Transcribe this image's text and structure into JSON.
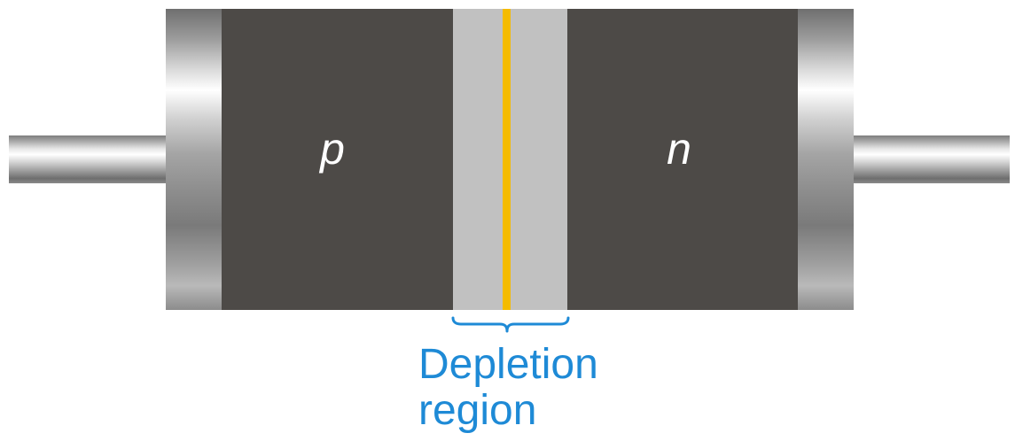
{
  "diagram": {
    "p_label": "p",
    "n_label": "n",
    "caption": {
      "line1": "Depletion",
      "line2": "region"
    }
  },
  "colors": {
    "doped_material": "#4d4a47",
    "depletion_region": "#c1c1c1",
    "junction_line": "#f4bb00",
    "caption_text": "#1e8ad6",
    "region_label_text": "#ffffff"
  }
}
